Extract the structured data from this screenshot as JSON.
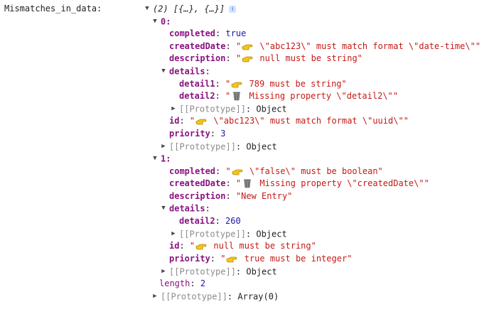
{
  "variable_label": "Mismatches_in_data:",
  "root": {
    "preview": "(2) [{…}, {…}]",
    "info_icon_label": "i",
    "length_key": "length",
    "length_value": "2",
    "prototype_key": "[[Prototype]]",
    "prototype_value": "Array(0)"
  },
  "items": [
    {
      "index_label": "0:",
      "completed": {
        "key": "completed",
        "value": "true"
      },
      "createdDate": {
        "key": "createdDate",
        "prefix": "\"",
        "icon": "pointing-hand-icon",
        "text": " \\\"abc123\\\" must match format \\\"date-time\\\"\""
      },
      "description": {
        "key": "description",
        "prefix": "\"",
        "icon": "pointing-hand-icon",
        "text": " null must be string\""
      },
      "details": {
        "key": "details",
        "detail1": {
          "key": "detail1",
          "prefix": "\"",
          "icon": "pointing-hand-icon",
          "text": " 789 must be string\""
        },
        "detail2": {
          "key": "detail2",
          "prefix": "\"",
          "icon": "wastebasket-icon",
          "text": " Missing property \\\"detail2\\\"\""
        },
        "prototype_key": "[[Prototype]]",
        "prototype_value": "Object"
      },
      "id": {
        "key": "id",
        "prefix": "\"",
        "icon": "pointing-hand-icon",
        "text": " \\\"abc123\\\" must match format \\\"uuid\\\"\""
      },
      "priority": {
        "key": "priority",
        "value": "3"
      },
      "prototype_key": "[[Prototype]]",
      "prototype_value": "Object"
    },
    {
      "index_label": "1:",
      "completed": {
        "key": "completed",
        "prefix": "\"",
        "icon": "pointing-hand-icon",
        "text": " \\\"false\\\" must be boolean\""
      },
      "createdDate": {
        "key": "createdDate",
        "prefix": "\"",
        "icon": "wastebasket-icon",
        "text": " Missing property \\\"createdDate\\\"\""
      },
      "description": {
        "key": "description",
        "value": "\"New Entry\""
      },
      "details": {
        "key": "details",
        "detail2": {
          "key": "detail2",
          "value": "260"
        },
        "prototype_key": "[[Prototype]]",
        "prototype_value": "Object"
      },
      "id": {
        "key": "id",
        "prefix": "\"",
        "icon": "pointing-hand-icon",
        "text": " null must be string\""
      },
      "priority": {
        "key": "priority",
        "prefix": "\"",
        "icon": "pointing-hand-icon",
        "text": " true must be integer\""
      },
      "prototype_key": "[[Prototype]]",
      "prototype_value": "Object"
    }
  ],
  "colors": {
    "key": "#881280",
    "string": "#c41a16",
    "number": "#1a1aa6",
    "prototype": "#8c8c8c"
  }
}
